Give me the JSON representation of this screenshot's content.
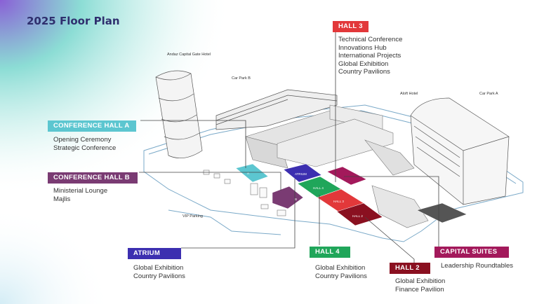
{
  "title": "2025 Floor Plan",
  "colors": {
    "conference_hall_a": "#5cc6d0",
    "conference_hall_b": "#7a3b73",
    "hall_3": "#e2383a",
    "atrium": "#3c2fb0",
    "hall_4": "#20a65a",
    "hall_2": "#8a1020",
    "capital_suites": "#a3195b"
  },
  "callouts": {
    "hall_3": {
      "tag": "HALL 3",
      "lines": [
        "Technical Conference",
        "Innovations Hub",
        "International Projects",
        "Global Exhibition",
        "Country Pavilions"
      ]
    },
    "conference_hall_a": {
      "tag": "CONFERENCE HALL A",
      "lines": [
        "Opening Ceremony",
        "Strategic Conference"
      ]
    },
    "conference_hall_b": {
      "tag": "CONFERENCE HALL B",
      "lines": [
        "Ministerial Lounge",
        "Majlis"
      ]
    },
    "atrium": {
      "tag": "ATRIUM",
      "lines": [
        "Global Exhibition",
        "Country Pavilions"
      ]
    },
    "hall_4": {
      "tag": "HALL 4",
      "lines": [
        "Global Exhibition",
        "Country Pavilions"
      ]
    },
    "capital_suites": {
      "tag": "CAPITAL SUITES",
      "lines": [
        "Leadership Roundtables"
      ]
    },
    "hall_2": {
      "tag": "HALL 2",
      "lines": [
        "Global Exhibition",
        "Finance Pavilion"
      ]
    }
  },
  "places": {
    "andaz": "Andaz Capital Gate Hotel",
    "car_park_b": "Car Park B",
    "aloft": "Aloft Hotel",
    "car_park_a": "Car Park A",
    "vip_parking": "VIP Parking"
  },
  "map_labels": {
    "a": "A",
    "b": "B",
    "atrium": "ATRIUM",
    "hall4": "HALL 4",
    "hall3": "HALL 3",
    "hall2": "HALL 2"
  }
}
